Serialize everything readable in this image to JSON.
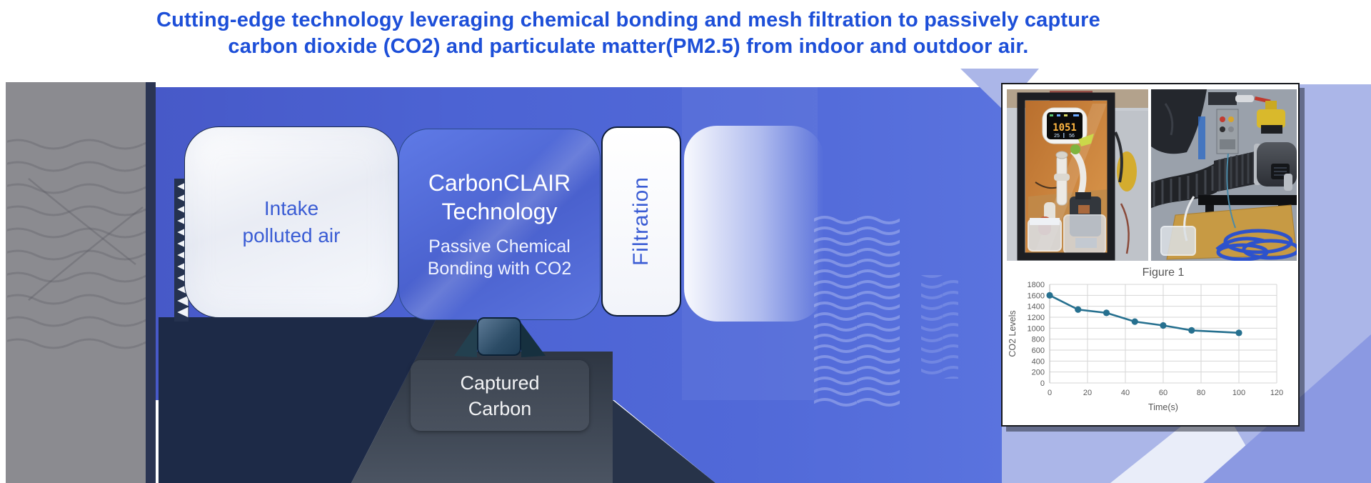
{
  "title": {
    "text": "Cutting-edge technology leveraging chemical bonding and mesh filtration to passively capture carbon dioxide (CO2) and particulate matter(PM2.5) from indoor and outdoor air.",
    "lines": [
      "Cutting-edge technology leveraging chemical bonding and mesh filtration to passively capture",
      "carbon dioxide (CO2) and particulate matter(PM2.5) from indoor and outdoor air."
    ]
  },
  "diagram": {
    "intake_label": "Intake polluted air",
    "tech_title": "CarbonCLAIR Technology",
    "tech_subtitle": "Passive Chemical Bonding with CO2",
    "filtration_label": "Filtration",
    "captured_label": "Captured Carbon"
  },
  "photos": {
    "monitor_reading": "1051",
    "monitor_temp": "25",
    "monitor_humidity": "56"
  },
  "colors": {
    "title_blue": "#1d4fd8",
    "band_blue": "#4d63d4",
    "accent_text_blue": "#3a5cd4",
    "periwinkle": "#abb6e8",
    "navy": "#1d2a47",
    "charcoal": "#39414d",
    "chart_line": "#26708f"
  },
  "chart_data": {
    "type": "line",
    "title": "Figure 1",
    "xlabel": "Time(s)",
    "ylabel": "CO2 Levels",
    "x": [
      0,
      15,
      30,
      45,
      60,
      75,
      100
    ],
    "values": [
      1600,
      1340,
      1280,
      1120,
      1050,
      960,
      915
    ],
    "xlim": [
      0,
      120
    ],
    "ylim": [
      0,
      1800
    ],
    "xticks": [
      0,
      20,
      40,
      60,
      80,
      100,
      120
    ],
    "ytick_step": 200,
    "grid": true,
    "legend": null,
    "line_color": "#26708f"
  }
}
